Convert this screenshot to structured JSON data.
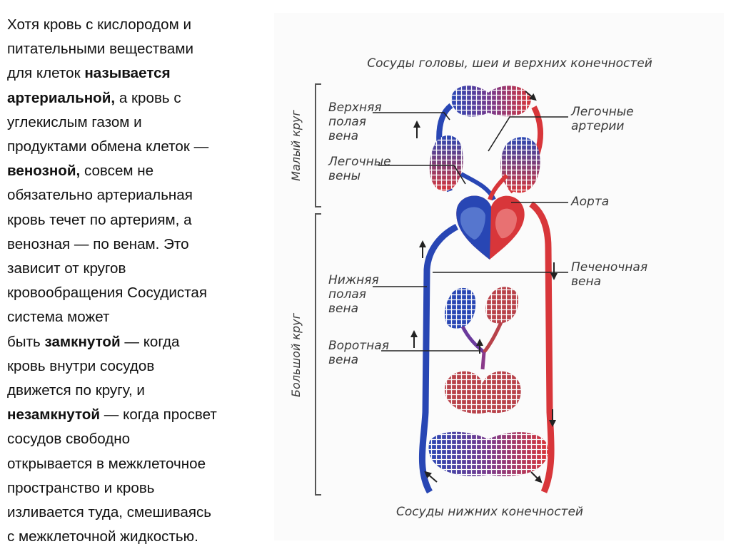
{
  "paragraph": {
    "lines": [
      {
        "parts": [
          {
            "t": "Хотя кровь с кислородом и",
            "b": false
          }
        ]
      },
      {
        "parts": [
          {
            "t": "питательными веществами",
            "b": false
          }
        ]
      },
      {
        "parts": [
          {
            "t": "для клеток ",
            "b": false
          },
          {
            "t": "называется",
            "b": true
          }
        ]
      },
      {
        "parts": [
          {
            "t": "артериальной,",
            "b": true
          },
          {
            "t": " а кровь с",
            "b": false
          }
        ]
      },
      {
        "parts": [
          {
            "t": "углекислым газом и",
            "b": false
          }
        ]
      },
      {
        "parts": [
          {
            "t": "продуктами обмена клеток —",
            "b": false
          }
        ]
      },
      {
        "parts": [
          {
            "t": "венозной,",
            "b": true
          },
          {
            "t": " совсем не",
            "b": false
          }
        ]
      },
      {
        "parts": [
          {
            "t": "обязательно артериальная",
            "b": false
          }
        ]
      },
      {
        "parts": [
          {
            "t": "кровь течет по артериям, а",
            "b": false
          }
        ]
      },
      {
        "parts": [
          {
            "t": "венозная — по венам. Это",
            "b": false
          }
        ]
      },
      {
        "parts": [
          {
            "t": "зависит от кругов",
            "b": false
          }
        ]
      },
      {
        "parts": [
          {
            "t": "кровообращения Сосудистая",
            "b": false
          }
        ]
      },
      {
        "parts": [
          {
            "t": "система может",
            "b": false
          }
        ]
      },
      {
        "parts": [
          {
            "t": "быть ",
            "b": false
          },
          {
            "t": "замкнутой",
            "b": true
          },
          {
            "t": " — когда",
            "b": false
          }
        ]
      },
      {
        "parts": [
          {
            "t": "кровь внутри сосудов",
            "b": false
          }
        ]
      },
      {
        "parts": [
          {
            "t": "движется по кругу, и",
            "b": false
          }
        ]
      },
      {
        "parts": [
          {
            "t": "незамкнутой",
            "b": true
          },
          {
            "t": " — когда просвет",
            "b": false
          }
        ]
      },
      {
        "parts": [
          {
            "t": "сосудов свободно",
            "b": false
          }
        ]
      },
      {
        "parts": [
          {
            "t": "открывается в межклеточное",
            "b": false
          }
        ]
      },
      {
        "parts": [
          {
            "t": "пространство и кровь",
            "b": false
          }
        ]
      },
      {
        "parts": [
          {
            "t": "изливается туда, смешиваясь",
            "b": false
          }
        ]
      },
      {
        "parts": [
          {
            "t": "с межклеточной жидкостью.",
            "b": false
          }
        ]
      }
    ]
  },
  "diagram": {
    "top_caption": "Сосуды головы, шеи и верхних конечностей",
    "bottom_caption": "Сосуды нижних конечностей",
    "small_circle_label": "Малый круг",
    "big_circle_label": "Большой круг",
    "labels": {
      "upper_vena_cava": [
        "Верхняя",
        "полая",
        "вена"
      ],
      "pulmonary_veins": [
        "Легочные",
        "вены"
      ],
      "lower_vena_cava": [
        "Нижняя",
        "полая",
        "вена"
      ],
      "portal_vein": [
        "Воротная",
        "вена"
      ],
      "pulmonary_arteries": [
        "Легочные",
        "артерии"
      ],
      "aorta": [
        "Аорта"
      ],
      "hepatic_vein": [
        "Печеночная",
        "вена"
      ]
    },
    "colors": {
      "arterial": "#d8363a",
      "venous": "#2846b4",
      "label": "#3a3a3a"
    }
  }
}
